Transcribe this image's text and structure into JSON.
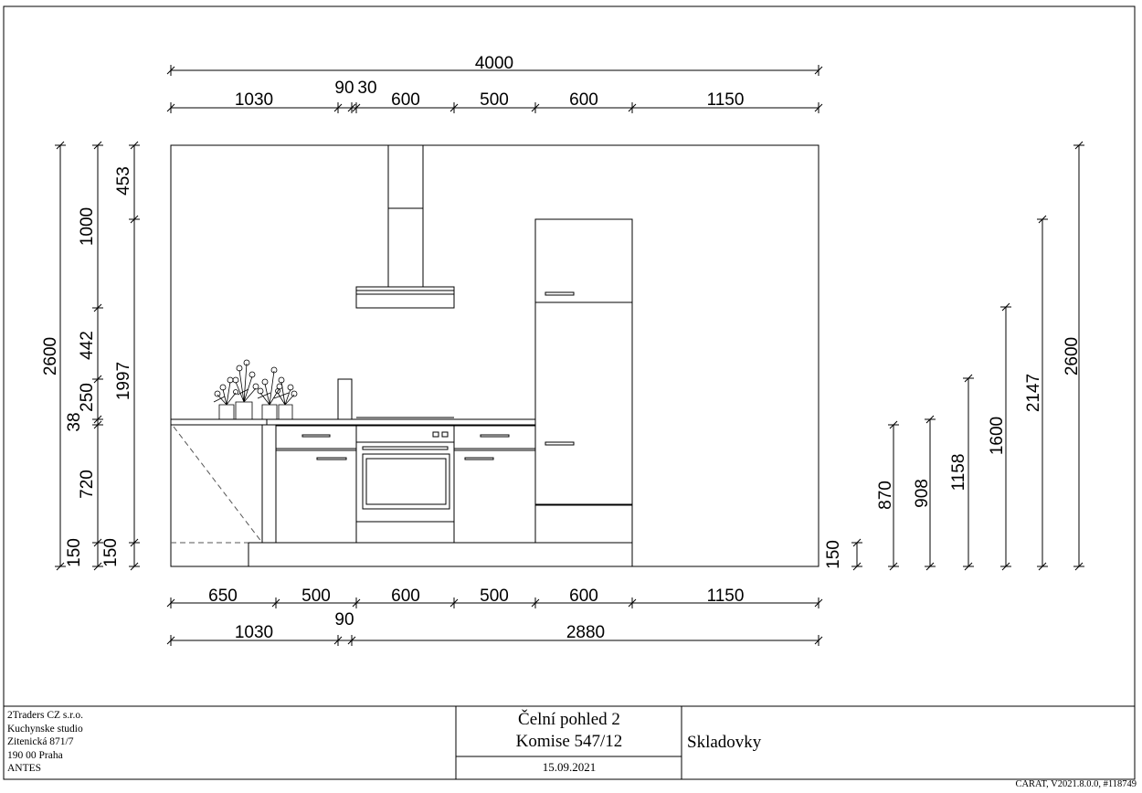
{
  "dimensions": {
    "top_overall": "4000",
    "top_row": [
      "1030",
      "90",
      "30",
      "600",
      "500",
      "600",
      "1150"
    ],
    "bottom_row": [
      "650",
      "500",
      "600",
      "500",
      "600",
      "1150"
    ],
    "bottom_overall": [
      "1030",
      "90",
      "2880"
    ],
    "left_heights": {
      "total": "2600",
      "upper": "1000",
      "gap": "442",
      "splash": "250",
      "worktop": "38",
      "base": "720",
      "plinth_a": "150",
      "plinth_b": "150",
      "top_offset": "453",
      "mid_height": "1997"
    },
    "right_heights": {
      "plinth": "150",
      "h870": "870",
      "h908": "908",
      "h1158": "1158",
      "h1600": "1600",
      "h2147": "2147",
      "h2600": "2600"
    }
  },
  "title_block": {
    "company": [
      "2Traders CZ s.r.o.",
      "Kuchynske studio",
      "Zitenická 871/7",
      "190 00 Praha",
      "ANTES"
    ],
    "view_title": "Čelní pohled 2",
    "project": "Komise 547/12",
    "date": "15.09.2021",
    "client": "Skladovky",
    "software": "CARAT,  V2021.8.0.0, #118749"
  }
}
